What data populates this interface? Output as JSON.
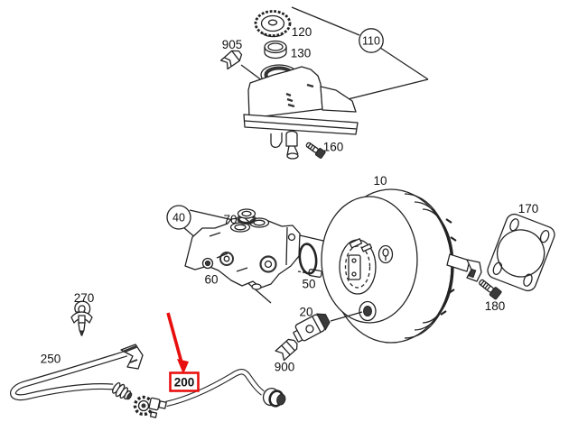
{
  "diagram": {
    "kind": "exploded-parts-diagram",
    "subject": "brake booster, master cylinder, reservoir and vacuum hoses",
    "highlighted_part": "200",
    "colors": {
      "background": "#ffffff",
      "line": "#232323",
      "text": "#111111",
      "highlight": "#e8100e"
    }
  },
  "parts": {
    "booster": {
      "label": "10"
    },
    "sensor": {
      "label": "20"
    },
    "assembly_callout": {
      "label": "40"
    },
    "o_ring": {
      "label": "50"
    },
    "nut": {
      "label": "60"
    },
    "grommet": {
      "label": "70"
    },
    "reservoir_callout": {
      "label": "110"
    },
    "cap": {
      "label": "120"
    },
    "seal": {
      "label": "130"
    },
    "pin": {
      "label": "160"
    },
    "gasket": {
      "label": "170"
    },
    "bolt": {
      "label": "180"
    },
    "hose_highlighted": {
      "label": "200"
    },
    "hose_loop": {
      "label": "250"
    },
    "clip": {
      "label": "270"
    },
    "connector": {
      "label": "900"
    },
    "connector_clip": {
      "label": "905"
    }
  }
}
